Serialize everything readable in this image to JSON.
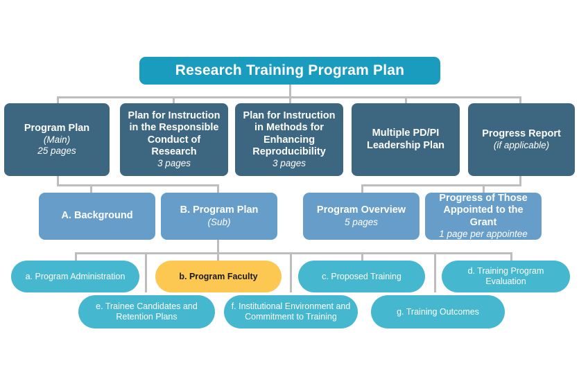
{
  "diagram": {
    "title": "Research Training Program Plan",
    "colors": {
      "title_box": "#1a9cbf",
      "level1_box": "#3d6680",
      "level2_box": "#679ec9",
      "level3_box": "#45b8d0",
      "highlight_box": "#fcc852",
      "connector": "#bdbdbd",
      "background": "#ffffff",
      "text_light": "#ffffff",
      "text_dark": "#1a1a1a"
    },
    "level1": [
      {
        "label": "Program Plan",
        "sub1": "(Main)",
        "sub2": "25 pages"
      },
      {
        "label": "Plan for Instruction in the Responsible Conduct of Research",
        "sub1": "3 pages",
        "sub2": ""
      },
      {
        "label": "Plan for Instruction in Methods for Enhancing Reproducibility",
        "sub1": "3 pages",
        "sub2": ""
      },
      {
        "label": "Multiple PD/PI Leadership Plan",
        "sub1": "",
        "sub2": ""
      },
      {
        "label": "Progress Report",
        "sub1": "(if applicable)",
        "sub2": ""
      }
    ],
    "level2": [
      {
        "label": "A. Background",
        "sub1": ""
      },
      {
        "label": "B. Program Plan",
        "sub1": "(Sub)"
      },
      {
        "label": "Program Overview",
        "sub1": "5 pages"
      },
      {
        "label": "Progress of Those Appointed to the Grant",
        "sub1": "1 page per appointee"
      }
    ],
    "level3": [
      {
        "label": "a. Program Administration",
        "highlight": false
      },
      {
        "label": "b. Program Faculty",
        "highlight": true
      },
      {
        "label": "c. Proposed Training",
        "highlight": false
      },
      {
        "label": "d. Training Program Evaluation",
        "highlight": false
      },
      {
        "label": "e. Trainee Candidates and Retention Plans",
        "highlight": false
      },
      {
        "label": "f. Institutional Environment and Commitment to Training",
        "highlight": false
      },
      {
        "label": "g. Training Outcomes",
        "highlight": false
      }
    ]
  }
}
